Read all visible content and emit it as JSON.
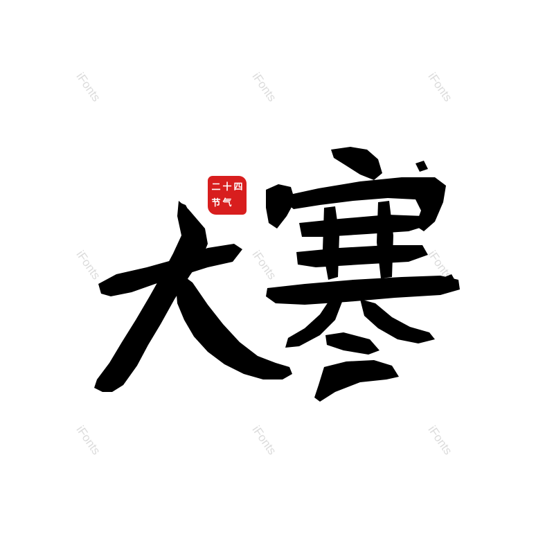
{
  "watermark": {
    "text": "iFonts"
  },
  "seal": {
    "characters": [
      "二",
      "十",
      "四",
      "节",
      "气",
      ""
    ],
    "color": "#d81e1e"
  },
  "title": {
    "text": "大寒",
    "characters": [
      "大",
      "寒"
    ],
    "color": "#000000"
  }
}
